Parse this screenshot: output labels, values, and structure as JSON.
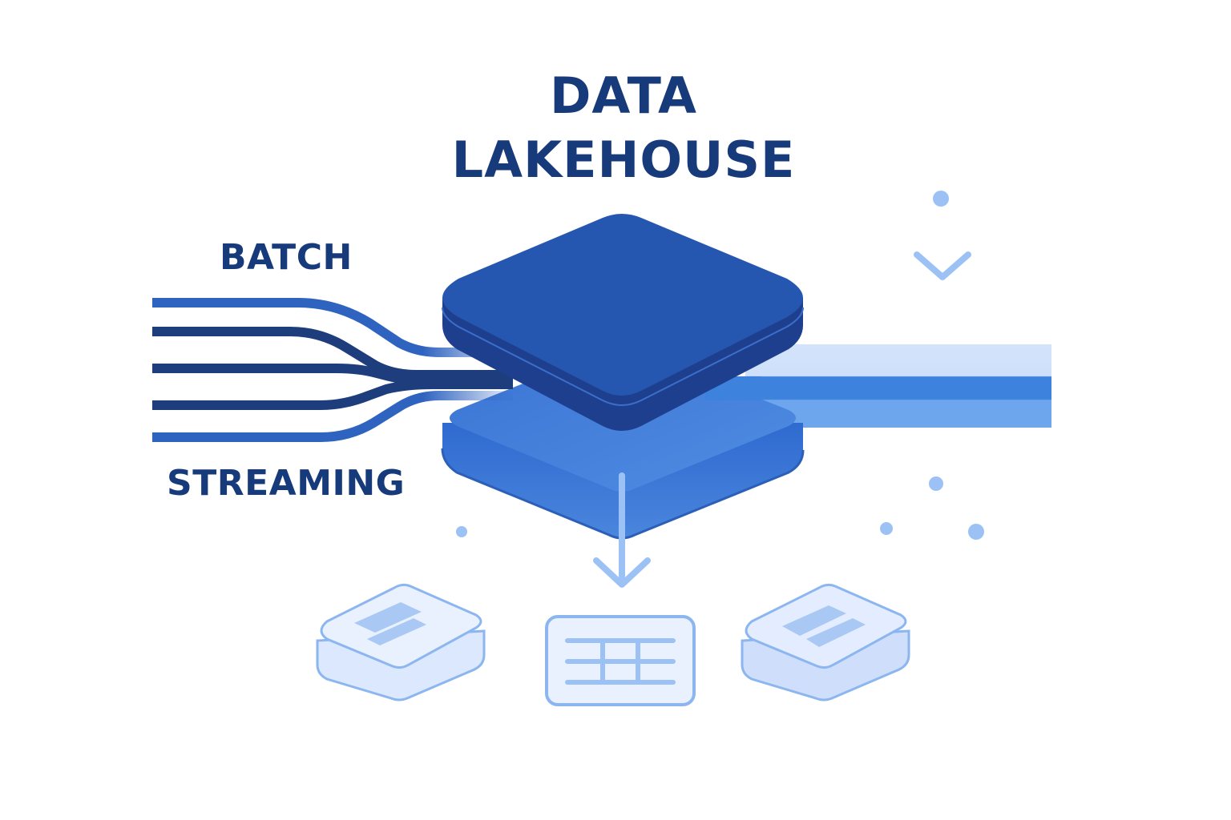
{
  "title": {
    "line1": "DATA",
    "line2": "LAKEHOUSE"
  },
  "inputs": {
    "batch_label": "BATCH",
    "streaming_label": "STREAMING"
  },
  "nodes": {
    "central": "lakehouse-platform",
    "outputs": [
      "document-tile",
      "table-tile",
      "dashboard-tile"
    ]
  },
  "colors": {
    "title": "#163a7a",
    "platform_top": "#2557b0",
    "platform_side": "#1d3f8e",
    "platform_lower": "#3a72d0",
    "stream_dark": "#1e3d7c",
    "stream_mid": "#2f63c0",
    "output_band_light": "#cfe0fb",
    "output_band_mid": "#3d82dc",
    "output_band_bright": "#6ea6ee",
    "tile_fill": "#e6efff",
    "tile_stroke": "#8cb6f0",
    "accent_light": "#9cc2f5"
  }
}
